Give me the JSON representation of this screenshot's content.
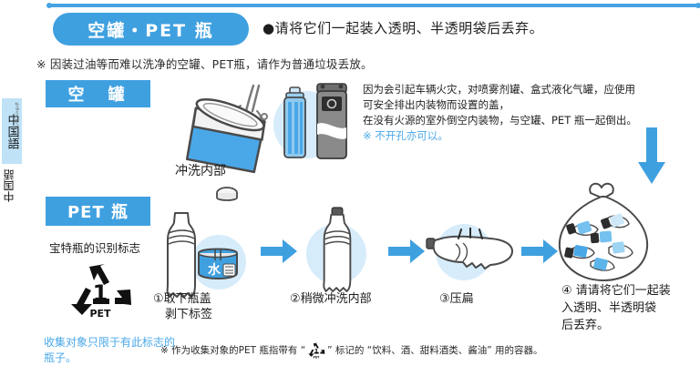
{
  "sidebar": {
    "lang_label": "中国語",
    "lang_ruby": "ちゅうごくご",
    "lang_label_alt": "中国語"
  },
  "header": {
    "pill_label": "空罐・PET 瓶",
    "note": "●请将它们一起装入透明、半透明袋后丢弃。",
    "sub_note": "※ 因装过油等而难以洗净的空罐、PET瓶，请作为普通垃圾丢放。"
  },
  "sections": {
    "can_tag": "空　罐",
    "pet_tag": "PET 瓶"
  },
  "can_info": {
    "line1": "因为会引起车辆火灾，对喷雾剂罐、盒式液化气罐，应使用",
    "line2": "可安全排出内装物而设置的盖，",
    "line3": "在没有火源的室外倒空内装物，与空罐、PET 瓶一起倒出。",
    "line4": "※ 不开孔亦可以。"
  },
  "can_illustration": {
    "rinse_caption": "冲洗内部",
    "spray_can_name": "spray-can",
    "cassette_gas_name": "cassette-gas-canister"
  },
  "pet_mark": {
    "title": "宝特瓶的识别标志",
    "number": "1",
    "label": "PET",
    "note": "收集对象只限于有此标志的瓶子。"
  },
  "steps": [
    {
      "id": "1",
      "caption_line1": "①取下瓶盖",
      "caption_line2": "　剥下标签"
    },
    {
      "id": "2",
      "caption_line1": "②稍微冲洗内部",
      "caption_line2": ""
    },
    {
      "id": "3",
      "caption_line1": "③压扁",
      "caption_line2": ""
    },
    {
      "id": "4",
      "caption_line1": "④ 请请将它们一起装",
      "caption_line2": "入透明、半透明袋",
      "caption_line3": "后丢弃。"
    }
  ],
  "bottle_label_text": "水",
  "footnote": {
    "before": "※ 作为收集对象的PET 瓶指带有 “",
    "after": "” 标记的 “饮料、酒、甜料酒类、酱油” 用的容器。",
    "mark_number": "1",
    "mark_label": "PET"
  },
  "colors": {
    "brand_blue": "#3fa0e0",
    "light_blue": "#d6ecfb",
    "tab_blue": "#bfe2f7",
    "text_blue": "#4aa8e8",
    "ink": "#1f1f1f",
    "can_body_blue": "#4aa8e8",
    "gray": "#8c8c8c"
  }
}
